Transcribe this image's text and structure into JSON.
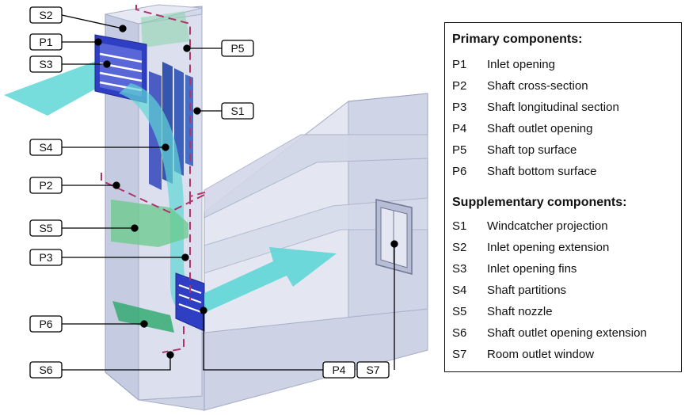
{
  "callouts": {
    "s2": "S2",
    "p1": "P1",
    "s3": "S3",
    "s4": "S4",
    "p2": "P2",
    "s5": "S5",
    "p3": "P3",
    "p6": "P6",
    "s6": "S6",
    "p5": "P5",
    "s1": "S1",
    "p4": "P4",
    "s7": "S7"
  },
  "legend": {
    "primary_title": "Primary components:",
    "primary": [
      {
        "code": "P1",
        "label": "Inlet opening"
      },
      {
        "code": "P2",
        "label": "Shaft cross-section"
      },
      {
        "code": "P3",
        "label": "Shaft longitudinal section"
      },
      {
        "code": "P4",
        "label": "Shaft outlet opening"
      },
      {
        "code": "P5",
        "label": "Shaft top surface"
      },
      {
        "code": "P6",
        "label": "Shaft bottom surface"
      }
    ],
    "supplementary_title": "Supplementary components:",
    "supplementary": [
      {
        "code": "S1",
        "label": "Windcatcher projection"
      },
      {
        "code": "S2",
        "label": "Inlet opening extension"
      },
      {
        "code": "S3",
        "label": "Inlet opening fins"
      },
      {
        "code": "S4",
        "label": "Shaft partitions"
      },
      {
        "code": "S5",
        "label": "Shaft nozzle"
      },
      {
        "code": "S6",
        "label": "Shaft outlet opening extension"
      },
      {
        "code": "S7",
        "label": "Room outlet window"
      }
    ]
  },
  "colors": {
    "glass": "#c9cfe3",
    "glass_edge": "#9aa2bf",
    "flow": "#5fd6d6",
    "fin_blue": "#2f3fc4",
    "partition_blue": "#2446a6",
    "nozzle_green": "#67c98a",
    "section_dash": "#b0336a"
  }
}
